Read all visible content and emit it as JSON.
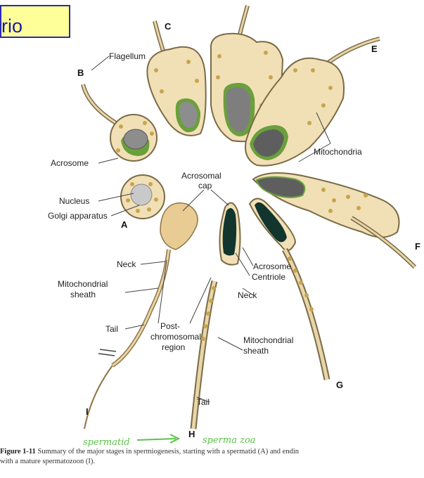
{
  "header_tag": "rio",
  "labels": {
    "flagellum": "Flagellum",
    "acrosome": "Acrosome",
    "nucleus": "Nucleus",
    "golgi": "Golgi apparatus",
    "acrosomal_cap_1": "Acrosomal",
    "acrosomal_cap_2": "cap",
    "mitochondria": "Mitochondria",
    "neck_left": "Neck",
    "mito_sheath_left_1": "Mitochondrial",
    "mito_sheath_left_2": "sheath",
    "tail_left": "Tail",
    "postchrom_1": "Post-",
    "postchrom_2": "chromosomal",
    "postchrom_3": "region",
    "acrosome_right": "Acrosome",
    "centriole": "Centriole",
    "neck_right": "Neck",
    "mito_sheath_right_1": "Mitochondrial",
    "mito_sheath_right_2": "sheath",
    "tail_bottom": "Tail"
  },
  "stage_letters": {
    "A": "A",
    "B": "B",
    "C": "C",
    "E": "E",
    "F": "F",
    "G": "G",
    "H": "H",
    "I": "I"
  },
  "handwriting": {
    "left": "spermatid",
    "right": "sperma zoa"
  },
  "caption": {
    "figure_label": "Figure 1-11",
    "line1": "Summary of the major stages in spermiogenesis, starting with a spermatid (A) and endin",
    "line2": "with a mature spermatozoon (I)."
  }
}
